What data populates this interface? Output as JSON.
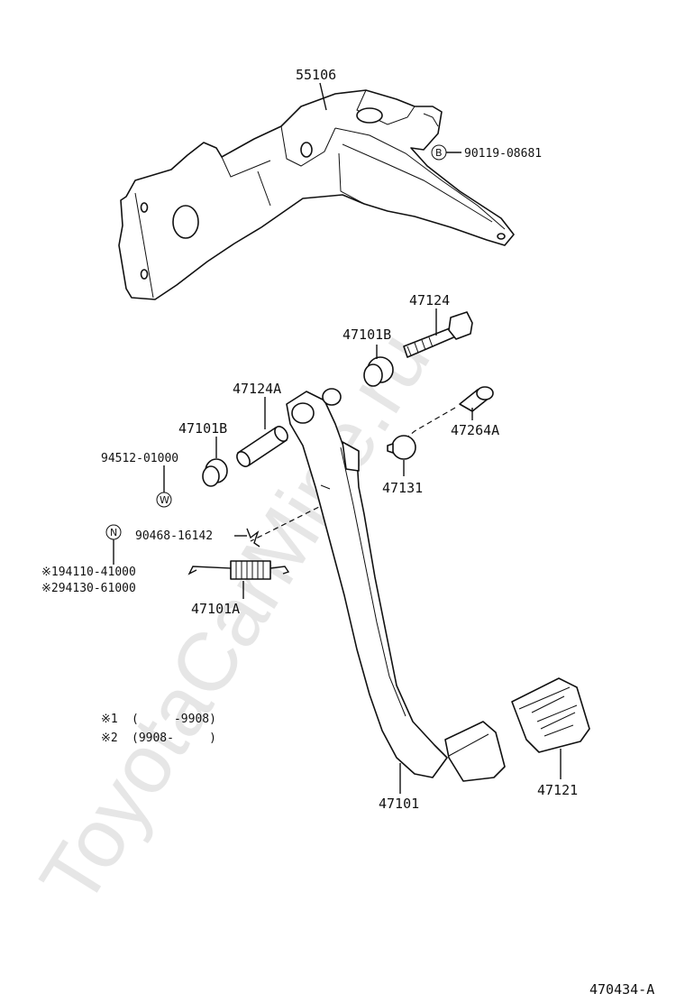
{
  "watermark": "ToyotaCarMine.ru",
  "diagram_code": "470434-A",
  "parts": {
    "bracket": "55106",
    "bolt_b": "90119-08681",
    "bolt_b_marker": "B",
    "pedal_bolt": "47124",
    "bushing_upper": "47101B",
    "collar": "47124A",
    "bushing_lower": "47101B",
    "washer": "94512-01000",
    "washer_marker": "W",
    "stop_bolt": "47264A",
    "cushion": "47131",
    "clip": "90468-16142",
    "nut_marker": "N",
    "spring_1": "※194110-41000",
    "spring_2": "※294130-61000",
    "spring": "47101A",
    "pedal": "47101",
    "pad": "47121"
  },
  "notes": {
    "note_1_mark": "※1",
    "note_1_range": "(     -9908)",
    "note_2_mark": "※2",
    "note_2_range": "(9908-     )"
  }
}
